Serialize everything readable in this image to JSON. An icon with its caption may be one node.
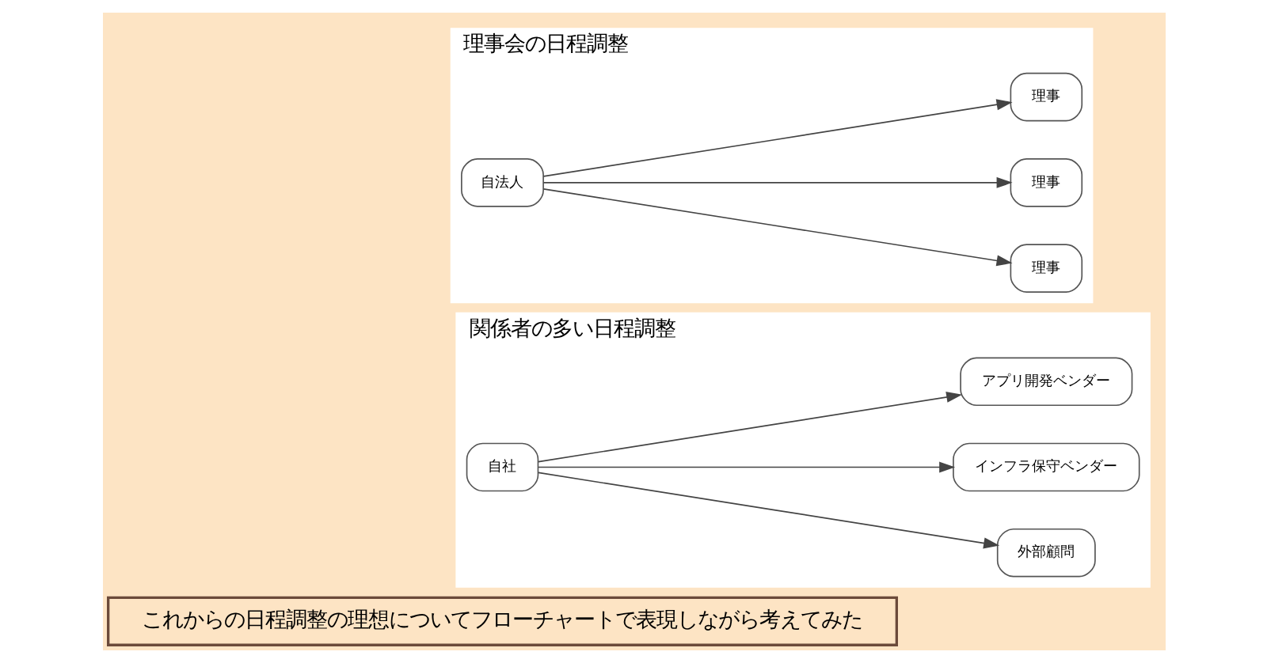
{
  "diagram": {
    "nodes": [
      {
        "text": [
          "これからの日程調整の理想についてフローチャートで表現しながら考えてみた"
        ]
      },
      {
        "text": [
          "関係者の多い日程調整"
        ]
      },
      {
        "text": [
          "自社"
        ],
        "in": 1
      },
      {
        "text": [
          "外部顧問"
        ],
        "in": 1
      },
      {
        "text": [
          "インフラ保守ベンダー"
        ],
        "in": 1
      },
      {
        "text": [
          "アプリ開発ベンダー"
        ],
        "in": 1
      },
      {
        "text": [
          "理事会の日程調整"
        ]
      },
      {
        "text": [
          "自法人"
        ],
        "in": 6
      },
      {
        "text": [
          "理事"
        ],
        "in": 6
      },
      {
        "text": [
          "理事"
        ],
        "in": 6
      },
      {
        "text": [
          "理事"
        ],
        "in": 6
      }
    ],
    "edges": [
      {
        "from": 2,
        "to": 3,
        "arrow": "to"
      },
      {
        "from": 2,
        "to": 4,
        "arrow": "to"
      },
      {
        "from": 2,
        "to": 5,
        "arrow": "to"
      },
      {
        "from": 7,
        "to": 8,
        "arrow": "to"
      },
      {
        "from": 7,
        "to": 9,
        "arrow": "to"
      },
      {
        "from": 7,
        "to": 10,
        "arrow": "to"
      }
    ]
  }
}
